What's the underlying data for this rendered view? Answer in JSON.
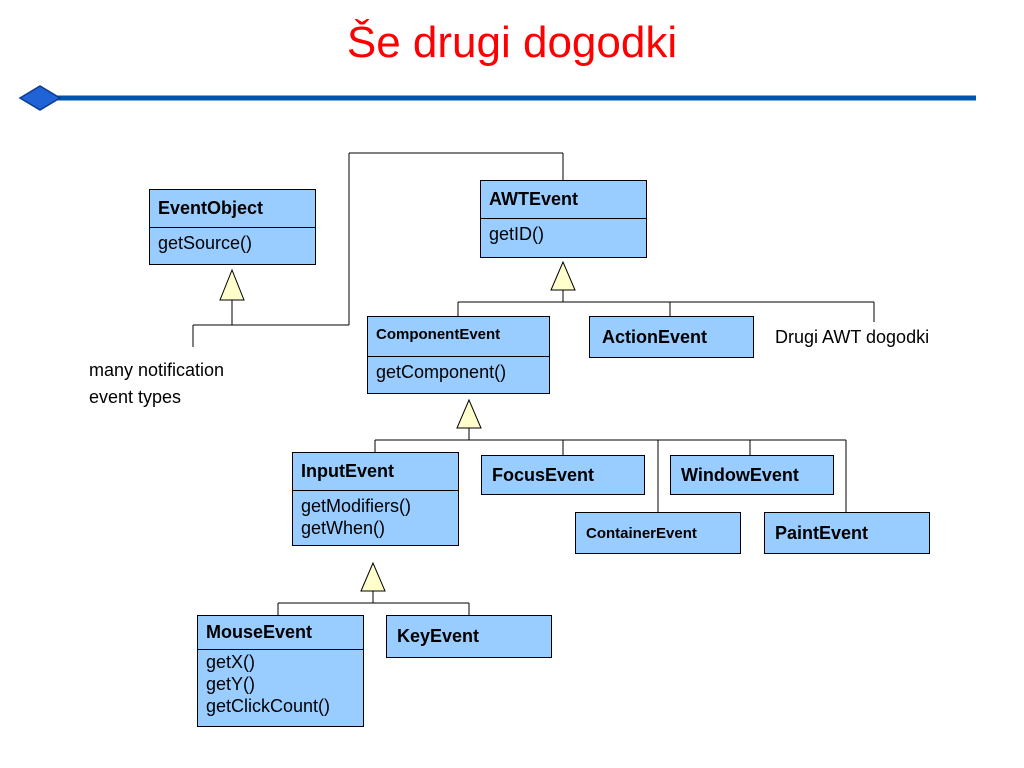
{
  "title": "Še drugi dogodki",
  "colors": {
    "title": "#ff0000",
    "box_fill": "#99ccff",
    "rule": "#0055aa"
  },
  "classes": {
    "event_object": {
      "name": "EventObject",
      "methods": [
        "getSource()"
      ]
    },
    "awt_event": {
      "name": "AWTEvent",
      "methods": [
        "getID()"
      ]
    },
    "component_event": {
      "name": "ComponentEvent",
      "methods": [
        "getComponent()"
      ]
    },
    "action_event": {
      "name": "ActionEvent"
    },
    "input_event": {
      "name": "InputEvent",
      "methods": [
        "getModifiers()",
        "getWhen()"
      ]
    },
    "focus_event": {
      "name": "FocusEvent"
    },
    "window_event": {
      "name": "WindowEvent"
    },
    "container_event": {
      "name": "ContainerEvent"
    },
    "paint_event": {
      "name": "PaintEvent"
    },
    "mouse_event": {
      "name": "MouseEvent",
      "methods": [
        "getX()",
        "getY()",
        "getClickCount()"
      ]
    },
    "key_event": {
      "name": "KeyEvent"
    }
  },
  "notes": {
    "other_awt": "Drugi AWT dogodki",
    "many_line1": "many notification",
    "many_line2": "event types"
  }
}
